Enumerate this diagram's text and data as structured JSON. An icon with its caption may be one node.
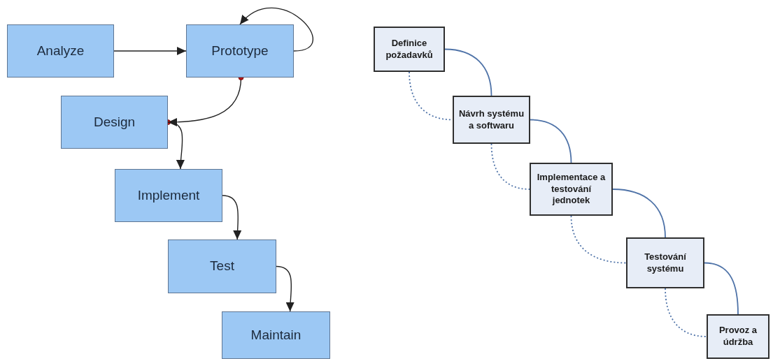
{
  "diagram": {
    "nodes": [
      {
        "text": [
          "Analyze"
        ]
      },
      {
        "text": [
          "Prototype"
        ]
      },
      {
        "text": [
          "Design"
        ]
      },
      {
        "text": [
          "Implement"
        ]
      },
      {
        "text": [
          "Test"
        ]
      },
      {
        "text": [
          "Maintain"
        ]
      },
      {
        "text": [
          "Definice požadavků"
        ]
      },
      {
        "text": [
          "Návrh systému a softwaru"
        ]
      },
      {
        "text": [
          "Implementace a testování jednotek"
        ]
      },
      {
        "text": [
          "Testování systému"
        ]
      },
      {
        "text": [
          "Provoz a údržba"
        ]
      }
    ],
    "edges": [
      {
        "from": 0,
        "to": 1,
        "arrow": "to",
        "color": "#222222"
      },
      {
        "from": 1,
        "to": 1,
        "arrow": "to",
        "color": "#222222"
      },
      {
        "from": 1,
        "to": 2,
        "arrow": "to",
        "color": "#222222"
      },
      {
        "from": 2,
        "to": 3,
        "arrow": "to",
        "color": "#222222"
      },
      {
        "from": 3,
        "to": 4,
        "arrow": "to",
        "color": "#222222"
      },
      {
        "from": 4,
        "to": 5,
        "arrow": "to",
        "color": "#222222"
      },
      {
        "from": 6,
        "to": 7,
        "arrow": "none"
      },
      {
        "from": 6,
        "to": 7,
        "arrow": "none",
        "style": "dashed"
      },
      {
        "from": 7,
        "to": 8,
        "arrow": "none"
      },
      {
        "from": 7,
        "to": 8,
        "arrow": "none",
        "style": "dashed"
      },
      {
        "from": 8,
        "to": 9,
        "arrow": "none"
      },
      {
        "from": 8,
        "to": 9,
        "arrow": "none",
        "style": "dashed"
      },
      {
        "from": 9,
        "to": 10,
        "arrow": "none"
      },
      {
        "from": 9,
        "to": 10,
        "arrow": "none",
        "style": "dashed"
      }
    ]
  }
}
